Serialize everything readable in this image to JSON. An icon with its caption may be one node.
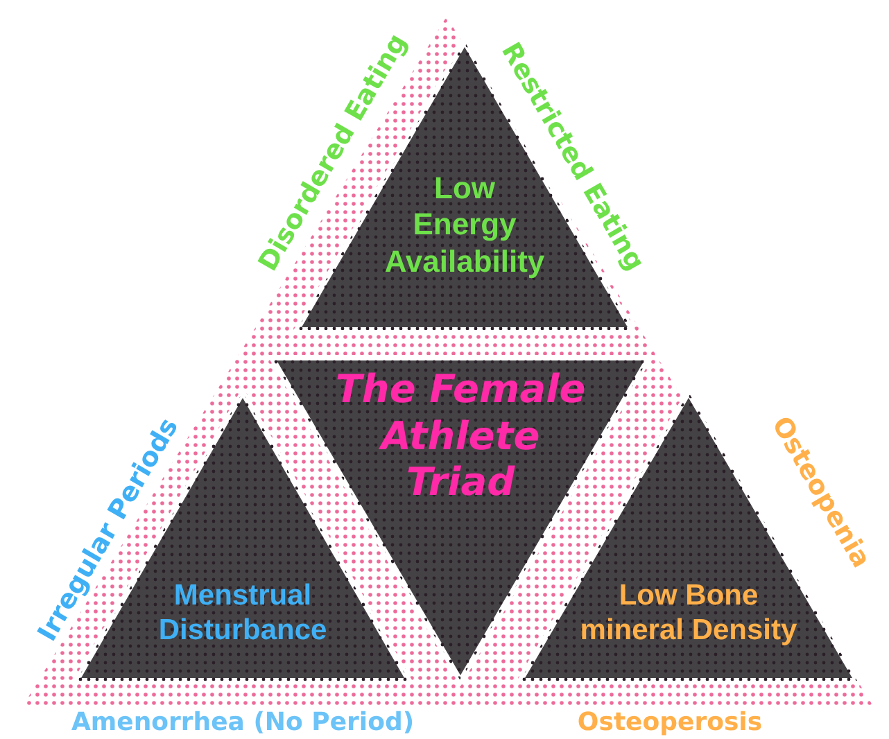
{
  "diagram": {
    "nodes": [
      {
        "text": [
          "Low Energy Availability"
        ]
      },
      {
        "text": [
          "The Female Athlete Triad"
        ]
      },
      {
        "text": [
          "Menstrual Disturbance"
        ]
      },
      {
        "text": [
          "Low Bone mineral Density"
        ]
      }
    ],
    "labels": [
      "Disordered Eating",
      "Restricted Eating",
      "Irregular Periods",
      "Osteopenia",
      "Amenorrhea (No Period)",
      "Osteoperosis"
    ]
  }
}
